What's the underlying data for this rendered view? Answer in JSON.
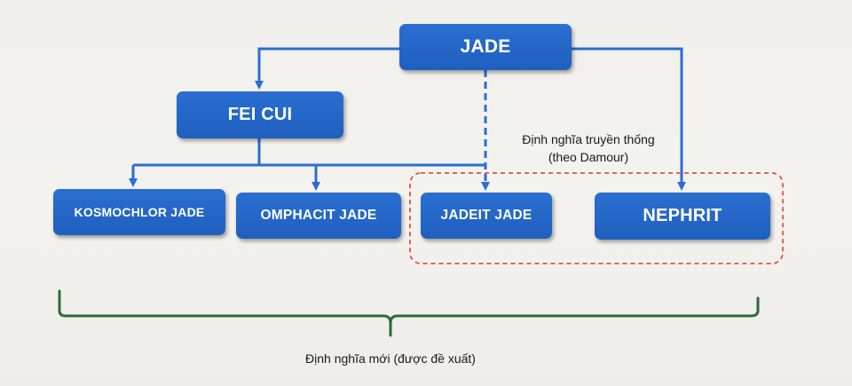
{
  "nodes": {
    "jade": "JADE",
    "fei_cui": "FEI CUI",
    "kosmochlor": "KOSMOCHLOR JADE",
    "omphacit": "OMPHACIT JADE",
    "jadeit": "JADEIT JADE",
    "nephrit": "NEPHRIT"
  },
  "labels": {
    "traditional_line1": "Định nghĩa truyền thống",
    "traditional_line2": "(theo Damour)",
    "new_definition": "Định nghĩa mới (được đề xuất)"
  },
  "colors": {
    "node_fill": "#2266c8",
    "arrow": "#2a6fd0",
    "traditional_box": "#e0524a",
    "brace": "#2f6b3a"
  }
}
